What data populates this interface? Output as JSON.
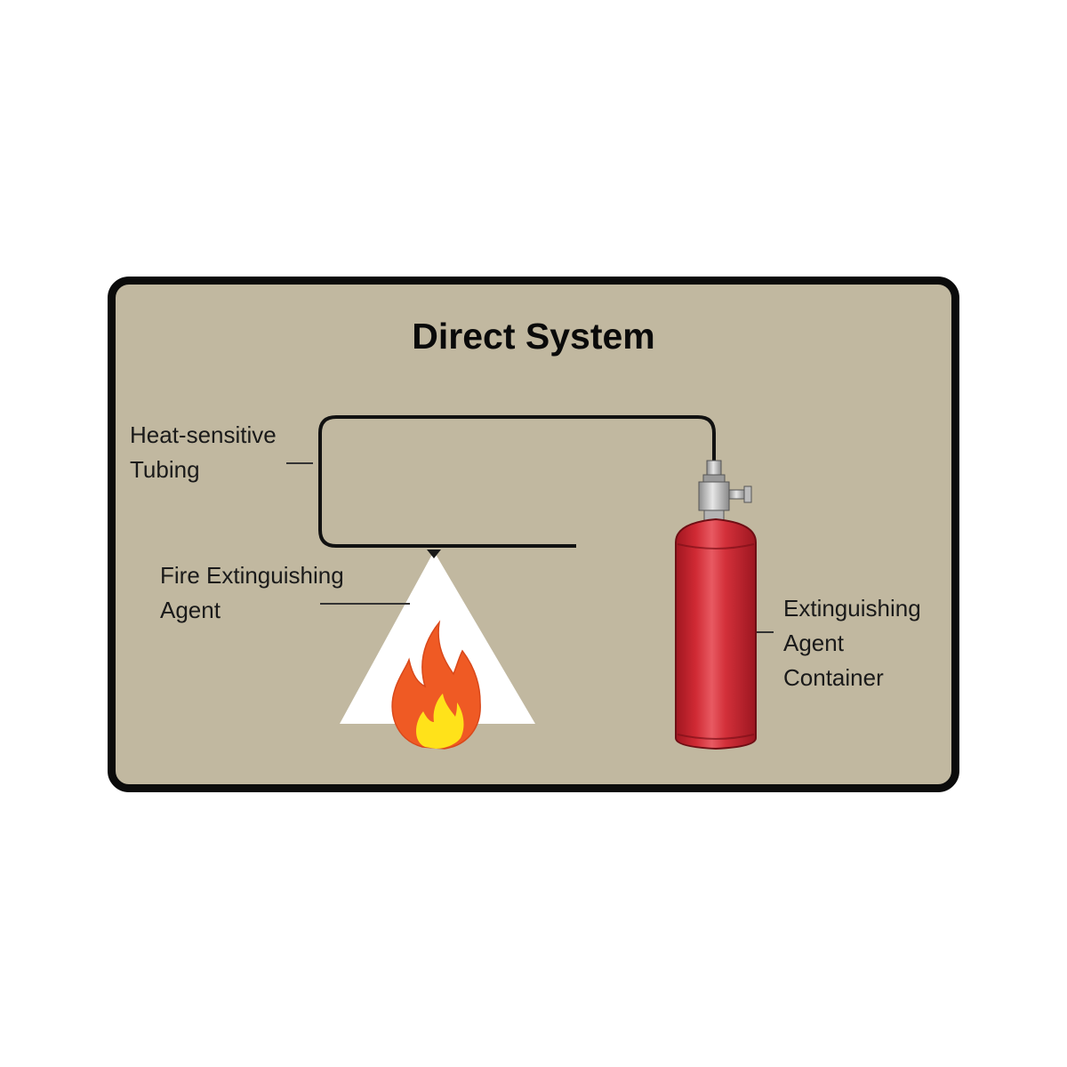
{
  "diagram": {
    "title": "Direct System",
    "labels": {
      "tubing": [
        "Heat-sensitive",
        "Tubing"
      ],
      "agent": [
        "Fire Extinguishing",
        "Agent"
      ],
      "container": [
        "Extinguishing",
        "Agent",
        "Container"
      ]
    }
  },
  "colors": {
    "panel_background": "#c1b8a0",
    "border": "#0b0b0b",
    "cylinder_red": "#c8212b",
    "flame_orange": "#ef5a24",
    "flame_yellow": "#ffe21a",
    "spray_cone": "#ffffff"
  }
}
